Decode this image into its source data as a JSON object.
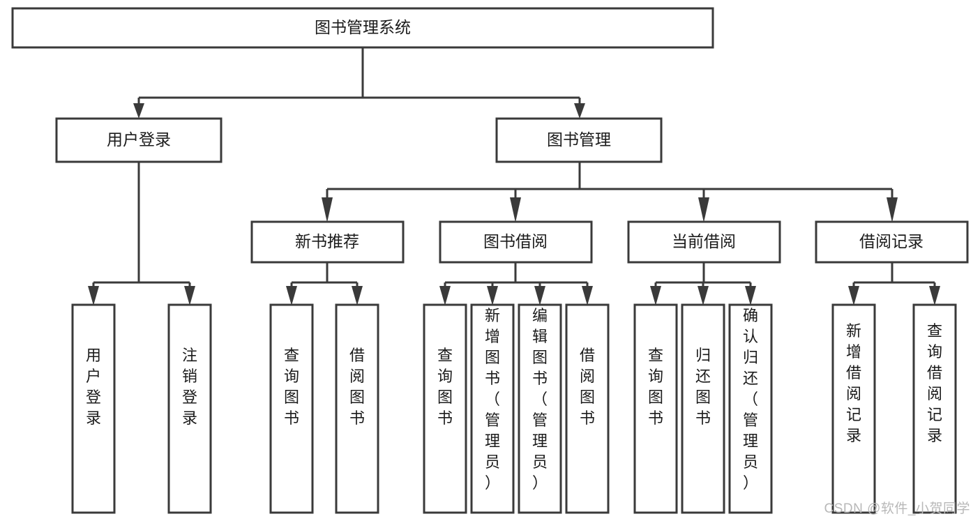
{
  "diagram": {
    "title": "图书管理系统",
    "watermark": "CSDN @软件_小贺同学",
    "colors": {
      "stroke": "#3a3a3a",
      "fill": "#ffffff",
      "text": "#1b1b1b",
      "watermark": "#b8b8b8",
      "background": "#ffffff"
    },
    "nodes": {
      "root": {
        "label": "图书管理系统"
      },
      "level2": [
        {
          "id": "user-login",
          "label": "用户登录"
        },
        {
          "id": "book-management",
          "label": "图书管理"
        }
      ],
      "level3": [
        {
          "id": "new-book-recommend",
          "label": "新书推荐"
        },
        {
          "id": "book-borrow",
          "label": "图书借阅"
        },
        {
          "id": "current-borrow",
          "label": "当前借阅"
        },
        {
          "id": "borrow-record",
          "label": "借阅记录"
        }
      ],
      "leaves": {
        "user-login": [
          {
            "id": "leaf-user-login",
            "label": "用户登录"
          },
          {
            "id": "leaf-logout-login",
            "label": "注销登录"
          }
        ],
        "new-book-recommend": [
          {
            "id": "leaf-query-book-1",
            "label": "查询图书"
          },
          {
            "id": "leaf-borrow-book-1",
            "label": "借阅图书"
          }
        ],
        "book-borrow": [
          {
            "id": "leaf-query-book-2",
            "label": "查询图书"
          },
          {
            "id": "leaf-add-book-admin",
            "label": "新增图书（管理员）"
          },
          {
            "id": "leaf-edit-book-admin",
            "label": "编辑图书（管理员）"
          },
          {
            "id": "leaf-borrow-book-2",
            "label": "借阅图书"
          }
        ],
        "current-borrow": [
          {
            "id": "leaf-query-book-3",
            "label": "查询图书"
          },
          {
            "id": "leaf-return-book",
            "label": "归还图书"
          },
          {
            "id": "leaf-confirm-return-admin",
            "label": "确认归还（管理员）"
          }
        ],
        "borrow-record": [
          {
            "id": "leaf-add-borrow-record",
            "label": "新增借阅记录"
          },
          {
            "id": "leaf-query-borrow-record",
            "label": "查询借阅记录"
          }
        ]
      }
    }
  }
}
